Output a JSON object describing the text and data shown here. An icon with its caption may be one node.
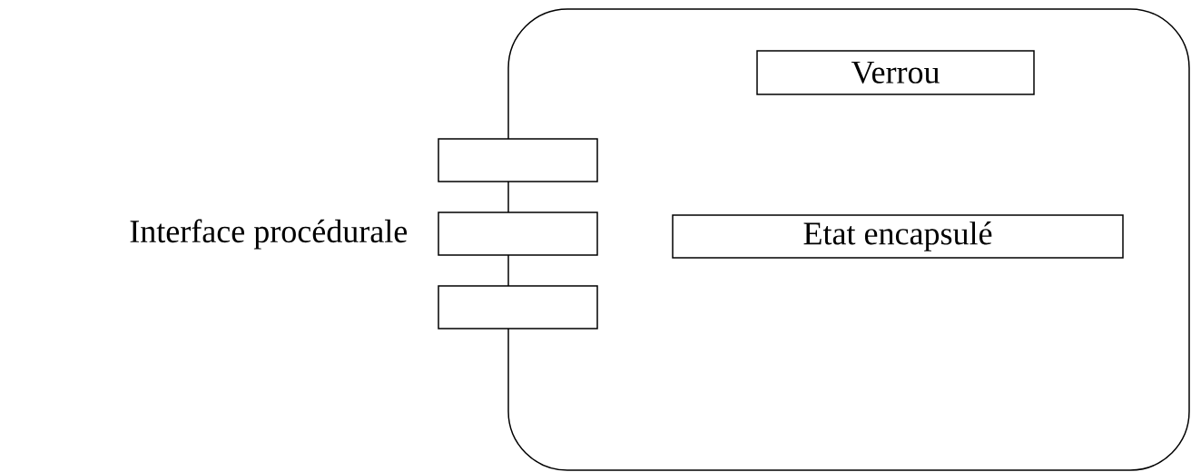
{
  "diagram": {
    "nodes": [
      {
        "text": [],
        "shape": "box"
      },
      {
        "text": [
          "Verrou"
        ],
        "in": 0
      },
      {
        "text": [
          "Etat encapsulé"
        ],
        "in": 0
      },
      {
        "text": [],
        "shape": "box"
      },
      {
        "text": [],
        "shape": "box"
      },
      {
        "text": [],
        "shape": "box"
      }
    ],
    "labels": [
      "Interface procédurale"
    ]
  }
}
